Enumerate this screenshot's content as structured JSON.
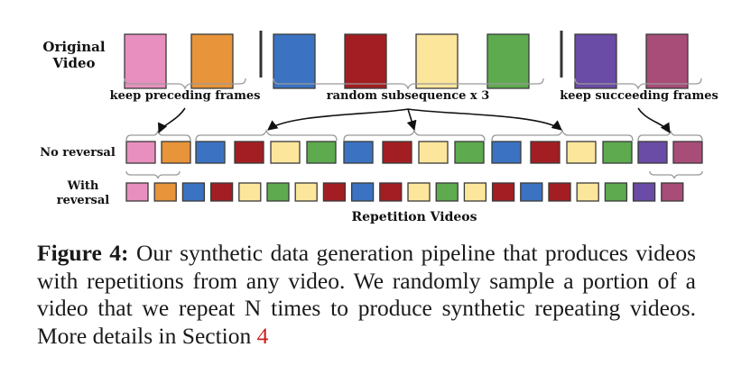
{
  "colors": {
    "pink": "#E88FBF",
    "orange": "#E8943A",
    "blue": "#3B73C2",
    "red": "#A31E22",
    "yellow": "#FCE69C",
    "green": "#5DAA4F",
    "purple": "#6A4BA5",
    "magenta": "#A84C78"
  },
  "diagram": {
    "original_label_line1": "Original",
    "original_label_line2": "Video",
    "no_reversal_label": "No reversal",
    "with_reversal_line1": "With",
    "with_reversal_line2": "reversal",
    "keep_preceding_label": "keep preceding frames",
    "random_subsequence_label": "random subsequence x 3",
    "keep_succeeding_label": "keep succeeding frames",
    "repetition_videos_label": "Repetition Videos",
    "original_frames": [
      "pink",
      "orange",
      "blue",
      "red",
      "yellow",
      "green",
      "purple",
      "magenta"
    ],
    "no_reversal_frames": [
      "pink",
      "orange",
      "blue",
      "red",
      "yellow",
      "green",
      "blue",
      "red",
      "yellow",
      "green",
      "blue",
      "red",
      "yellow",
      "green",
      "purple",
      "magenta"
    ],
    "with_reversal_frames": [
      "pink",
      "orange",
      "blue",
      "red",
      "yellow",
      "green",
      "yellow",
      "red",
      "blue",
      "red",
      "yellow",
      "green",
      "yellow",
      "red",
      "blue",
      "red",
      "yellow",
      "green",
      "purple",
      "magenta"
    ]
  },
  "caption": {
    "figure_label": "Figure 4:",
    "text": " Our synthetic data generation pipeline that produces videos with repetitions from any video. We randomly sample a portion of a video that we repeat N times to produce synthetic repeating videos. More details in Section ",
    "section_ref": "4"
  }
}
